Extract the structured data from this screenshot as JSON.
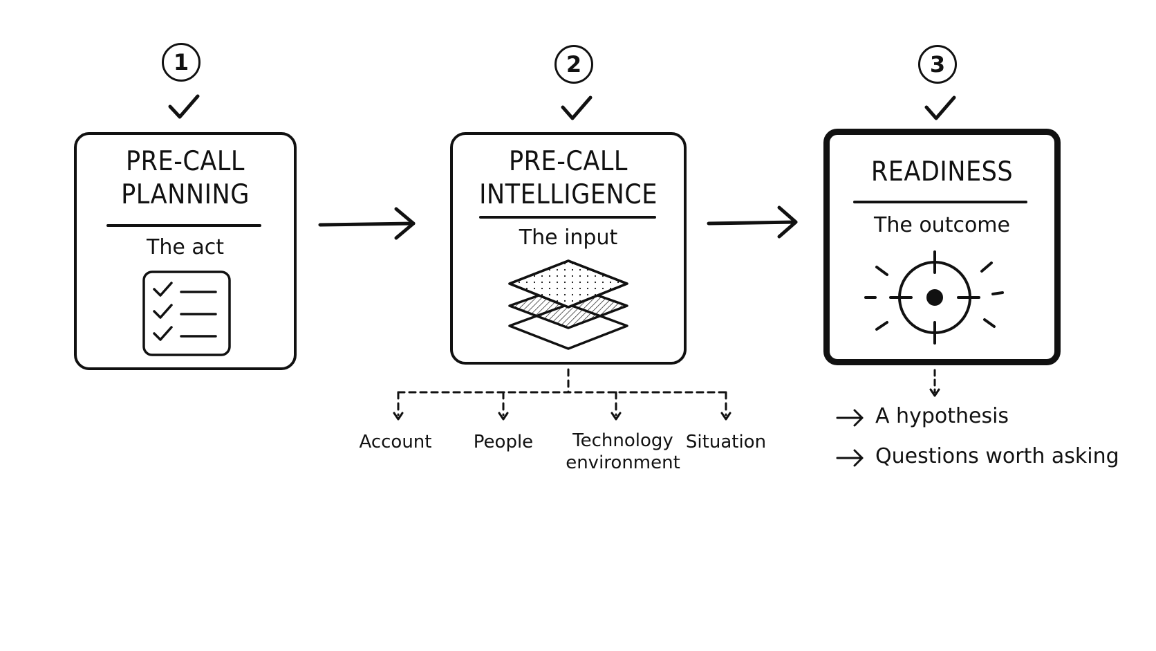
{
  "steps": [
    {
      "number": "1",
      "title_lines": [
        "PRE-CALL",
        "PLANNING"
      ],
      "subtitle": "The act",
      "icon": "checklist-icon"
    },
    {
      "number": "2",
      "title_lines": [
        "PRE-CALL",
        "INTELLIGENCE"
      ],
      "subtitle": "The input",
      "icon": "layers-icon"
    },
    {
      "number": "3",
      "title_lines": [
        "READINESS"
      ],
      "subtitle": "The outcome",
      "icon": "target-icon"
    }
  ],
  "intelligence_inputs": [
    {
      "lines": [
        "Account"
      ]
    },
    {
      "lines": [
        "People"
      ]
    },
    {
      "lines": [
        "Technology",
        "environment"
      ]
    },
    {
      "lines": [
        "Situation"
      ]
    }
  ],
  "readiness_outputs": [
    "A hypothesis",
    "Questions worth asking"
  ],
  "colors": {
    "ink": "#111111",
    "background": "#ffffff"
  }
}
